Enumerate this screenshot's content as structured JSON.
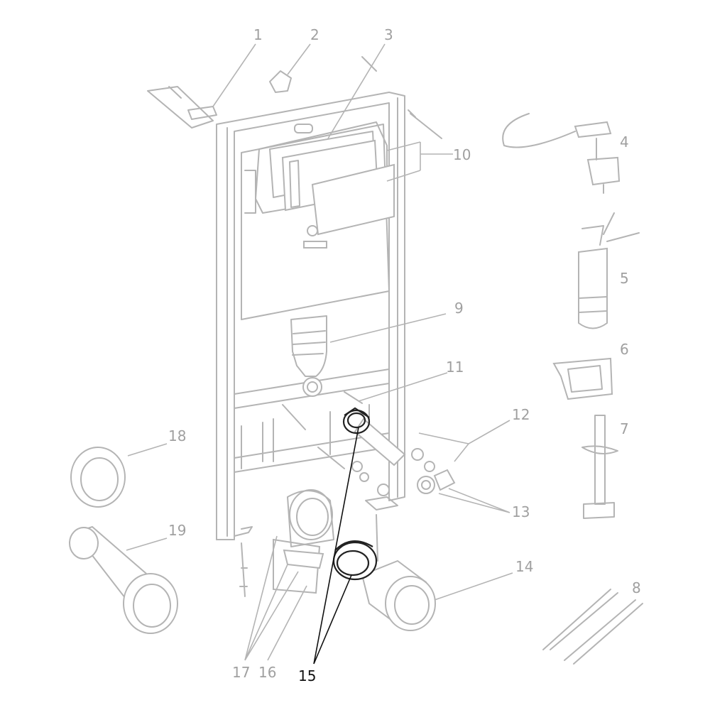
{
  "diagram": {
    "type": "exploded-parts-view",
    "highlighted_part": "15",
    "colors": {
      "line": "#b4b4b4",
      "label": "#a0a0a0",
      "highlight": "#111111"
    },
    "labels": [
      "1",
      "2",
      "3",
      "4",
      "5",
      "6",
      "7",
      "8",
      "9",
      "10",
      "11",
      "12",
      "13",
      "14",
      "15",
      "16",
      "17",
      "18",
      "19"
    ]
  }
}
